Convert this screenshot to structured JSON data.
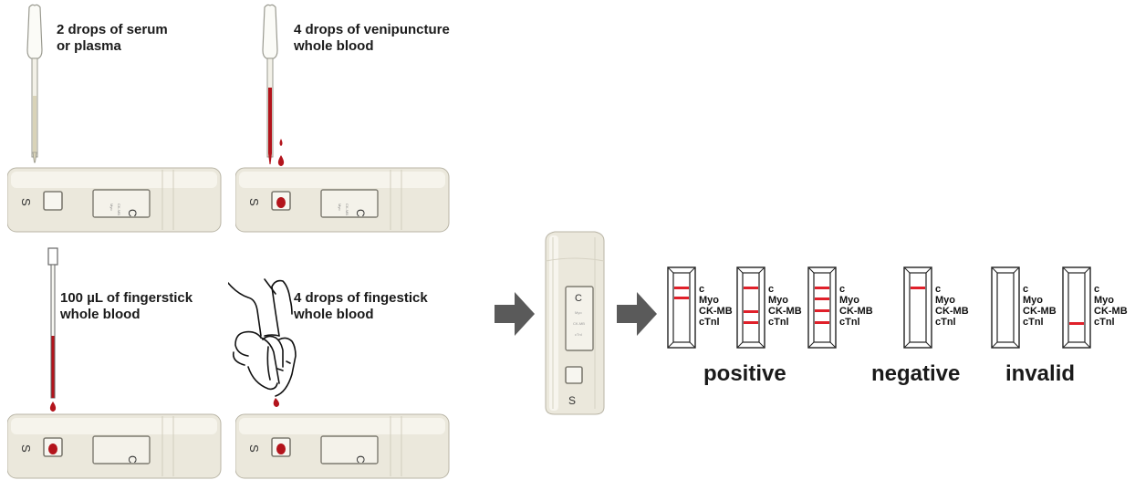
{
  "methods": [
    {
      "id": "serum",
      "line1": "2 drops of serum",
      "line2": "or plasma"
    },
    {
      "id": "venipuncture",
      "line1": "4 drops of venipuncture",
      "line2": "whole blood"
    },
    {
      "id": "fingerstick-pipette",
      "line1": "100 µL of fingerstick",
      "line2": "whole blood"
    },
    {
      "id": "fingerstick-drops",
      "line1": "4 drops of fingestick",
      "line2": "whole blood"
    }
  ],
  "cassette": {
    "sample_letter": "S",
    "control_letter": "C",
    "window_small_marks": [
      "Myo",
      "CK-MB",
      "cTnI"
    ]
  },
  "strip_labels": [
    "c",
    "Myo",
    "CK-MB",
    "cTnl"
  ],
  "results": [
    {
      "group": "positive",
      "strips": [
        [
          "c",
          "Myo"
        ],
        [
          "c",
          "CK-MB",
          "cTnl"
        ],
        [
          "c",
          "Myo",
          "CK-MB",
          "cTnl"
        ]
      ]
    },
    {
      "group": "negative",
      "strips": [
        [
          "c"
        ]
      ]
    },
    {
      "group": "invalid",
      "strips": [
        [],
        [
          "cTnl"
        ]
      ]
    }
  ],
  "result_words": {
    "positive": "positive",
    "negative": "negative",
    "invalid": "invalid"
  },
  "colors": {
    "blood": "#b3141c",
    "serum": "#d9d3b8",
    "cassette": "#ebe8dc",
    "arrow": "#5a5a5a",
    "band": "#e0202a"
  },
  "icons": [
    "pipette-icon",
    "dropper-icon",
    "hand-icon",
    "arrow-right-icon",
    "test-cassette-icon",
    "test-strip-icon"
  ]
}
